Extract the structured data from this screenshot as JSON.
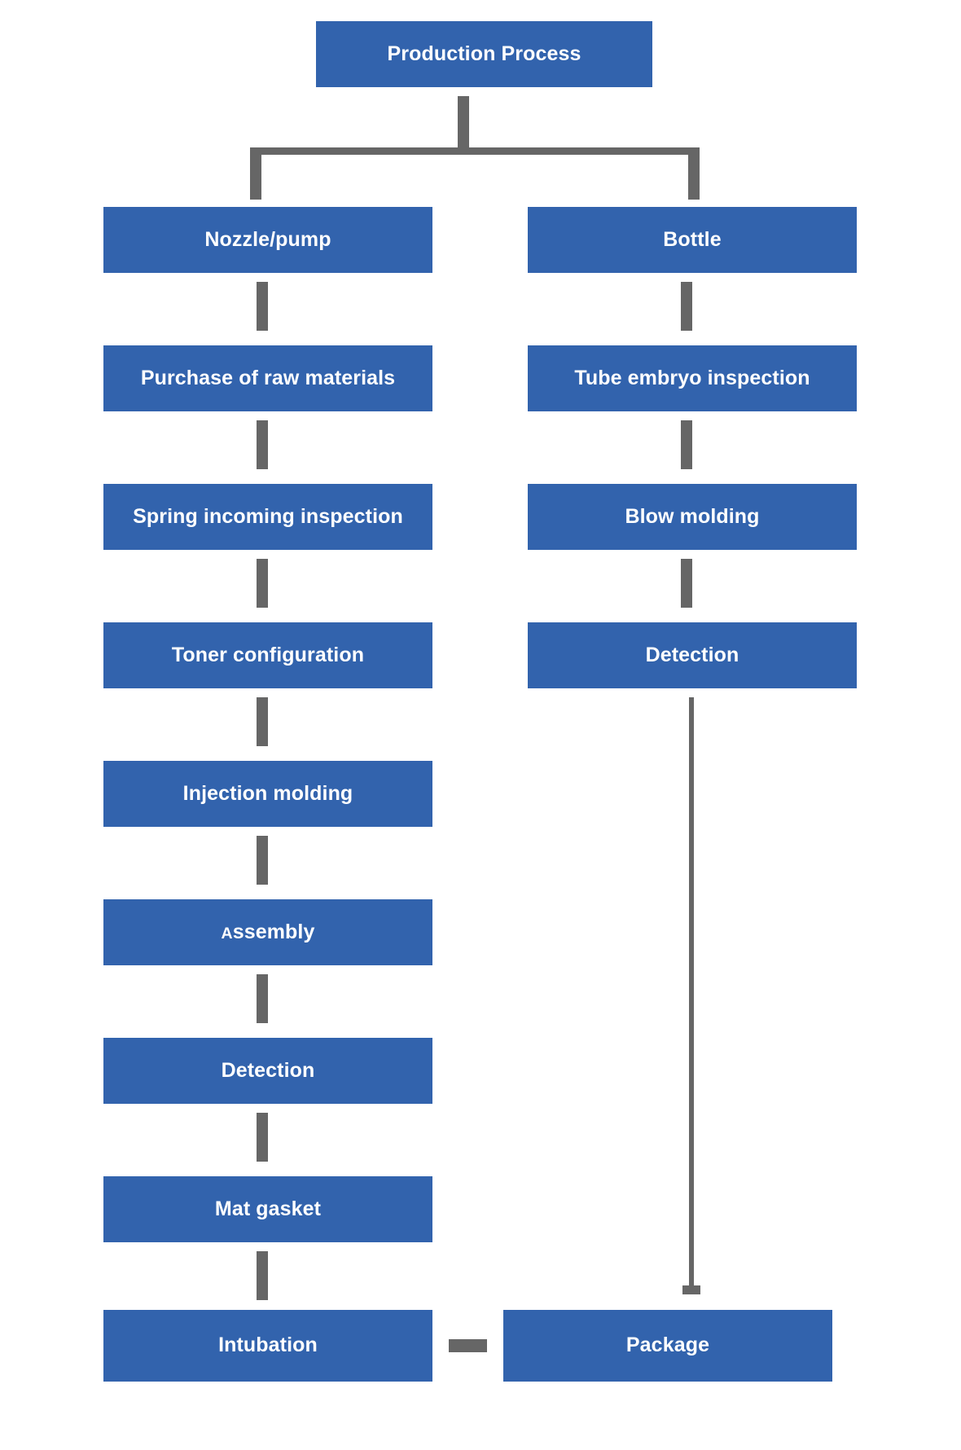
{
  "diagram": {
    "title": "Production Process",
    "type": "flowchart",
    "colors": {
      "node_fill": "#3263ad",
      "node_text": "#ffffff",
      "connector": "#666666",
      "background": "#ffffff"
    },
    "root": {
      "label": "Production Process"
    },
    "branches": [
      {
        "name": "nozzle-pump-branch",
        "steps": [
          {
            "label": "Nozzle/pump"
          },
          {
            "label": "Purchase of raw materials"
          },
          {
            "label": "Spring incoming inspection"
          },
          {
            "label": "Toner configuration"
          },
          {
            "label": "Injection molding"
          },
          {
            "label": "Assembly",
            "style": "small-caps-initial"
          },
          {
            "label": "Detection"
          },
          {
            "label": "Mat gasket"
          },
          {
            "label": "Intubation"
          }
        ]
      },
      {
        "name": "bottle-branch",
        "steps": [
          {
            "label": "Bottle"
          },
          {
            "label": "Tube embryo inspection"
          },
          {
            "label": "Blow molding"
          },
          {
            "label": "Detection"
          }
        ]
      }
    ],
    "terminal": {
      "label": "Package"
    }
  }
}
